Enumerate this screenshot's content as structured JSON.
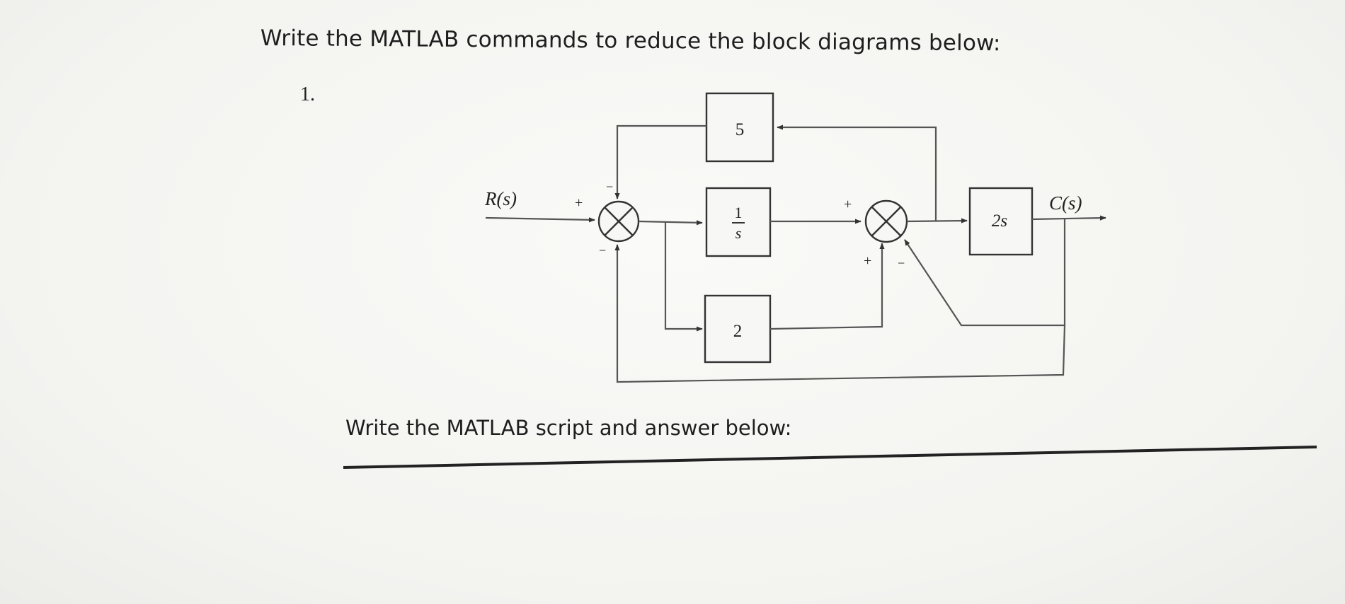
{
  "question": {
    "heading": "Write the MATLAB commands to reduce the block diagrams below:",
    "number": "1."
  },
  "diagram": {
    "input_label": "R(s)",
    "output_label": "C(s)",
    "blocks": {
      "top_gain": "5",
      "integrator_num": "1",
      "integrator_den": "s",
      "lower_gain": "2",
      "output_block": "2s"
    },
    "signs": {
      "sum1_input": "+",
      "sum1_top": "−",
      "sum1_bottom": "−",
      "sum2_input": "+",
      "sum2_bottom_left": "+",
      "sum2_bottom_right": "−"
    }
  },
  "answer": {
    "prompt": "Write the MATLAB script and answer below:"
  }
}
